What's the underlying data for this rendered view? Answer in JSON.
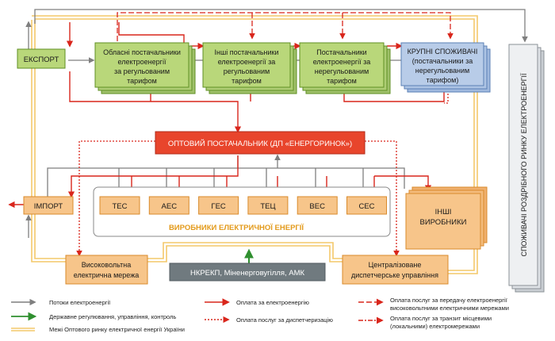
{
  "colors": {
    "green_box": "#b9d77a",
    "green_border": "#5f8f23",
    "blue_box": "#b8cce8",
    "blue_border": "#5a7fb5",
    "orange_box": "#f7c58a",
    "orange_border": "#d98a2b",
    "red_box": "#e8452c",
    "red_line": "#d9261c",
    "gray_line": "#7f7f7f",
    "green_line": "#2f8f2f",
    "boundary": "#f3c86a",
    "regulator_box": "#707a7f"
  },
  "nodes": {
    "export": "ЕКСПОРТ",
    "regional_suppliers": [
      "Обласні постачальники",
      "електроенергії",
      "за регульованим",
      "тарифом"
    ],
    "other_suppliers": [
      "Інші постачальники",
      "електроенергії за",
      "регульованим",
      "тарифом"
    ],
    "unregulated_suppliers": [
      "Постачальники",
      "електроенергії за",
      "нерегульованим",
      "тарифом"
    ],
    "large_consumers": [
      "КРУПНІ СПОЖИВАЧІ",
      "(постачальники за",
      "нерегульованим",
      "тарифом)"
    ],
    "retail_consumers": "СПОЖИВАЧІ РОЗДРІБНОГО РИНКУ ЕЛЕКТРОЕНЕРГІЇ",
    "wholesale_supplier": "ОПТОВИЙ ПОСТАЧАЛЬНИК (ДП «ЕНЕРГОРИНОК»)",
    "import": "ІМПОРТ",
    "producers": [
      "ТЕС",
      "АЕС",
      "ГЕС",
      "ТЕЦ",
      "ВЕС",
      "СЕС"
    ],
    "producers_title": "ВИРОБНИКИ ЕЛЕКТРИЧНОЇ ЕНЕРГІЇ",
    "other_producers": [
      "ІНШІ",
      "ВИРОБНИКИ"
    ],
    "hv_network": [
      "Високовольтна",
      "електрична мережа"
    ],
    "regulators": "НКРЕКП, Міненерговугілля, АМК",
    "dispatch": [
      "Централізоване",
      "диспетчерське управління"
    ]
  },
  "legend": {
    "energy_flows": "Потоки електроенергії",
    "state_regulation": "Державне регулювання, управління, контроль",
    "market_bounds": "Межі Оптового ринку електричної енергії України",
    "payment_energy": "Оплата за електроенергію",
    "payment_dispatch": "Оплата послуг за диспетчеризацію",
    "payment_hv": [
      "Оплата послуг за передачу електроенергії",
      "високовольтними електричними мережами"
    ],
    "payment_local": [
      "Оплата послуг за транзит місцевими",
      "(локальними) електромережами"
    ]
  }
}
